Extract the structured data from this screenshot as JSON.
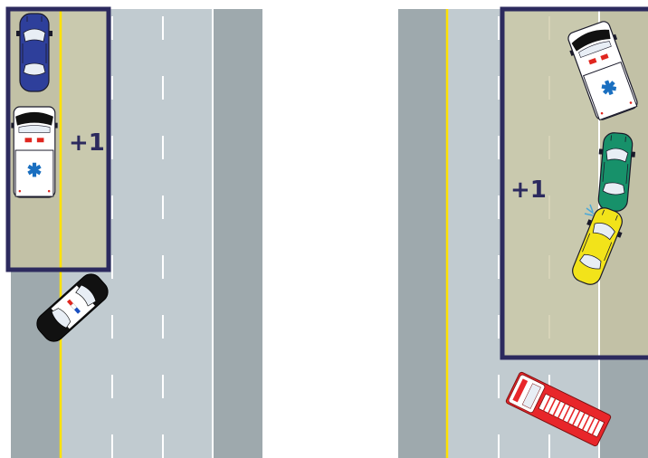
{
  "left_panel": {
    "bonus_label": "+1",
    "vehicles": [
      {
        "kind": "sedan",
        "icon": "blue-car-icon",
        "body_color": "#2e3f9b"
      },
      {
        "kind": "ambulance",
        "icon": "ambulance-icon",
        "emblem": "star-of-life"
      },
      {
        "kind": "police",
        "icon": "police-car-icon",
        "body_color": "#111111"
      }
    ]
  },
  "right_panel": {
    "bonus_label": "+1",
    "vehicles": [
      {
        "kind": "ambulance",
        "icon": "ambulance-icon",
        "emblem": "star-of-life"
      },
      {
        "kind": "sedan",
        "icon": "green-car-icon",
        "body_color": "#17916a"
      },
      {
        "kind": "sedan",
        "icon": "yellow-car-icon",
        "body_color": "#f2e31a"
      },
      {
        "kind": "fire_truck",
        "icon": "fire-truck-icon",
        "body_color": "#e8262a"
      }
    ]
  },
  "colors": {
    "shoulder": "#9ea9ad",
    "lane": "#c1cbd0",
    "highlight_overlay": "#ccc8a4",
    "highlight_border": "#2c2a5e",
    "center_line": "#ffe200",
    "lane_dash": "#ffffff",
    "emblem_blue": "#1a6fc0"
  }
}
